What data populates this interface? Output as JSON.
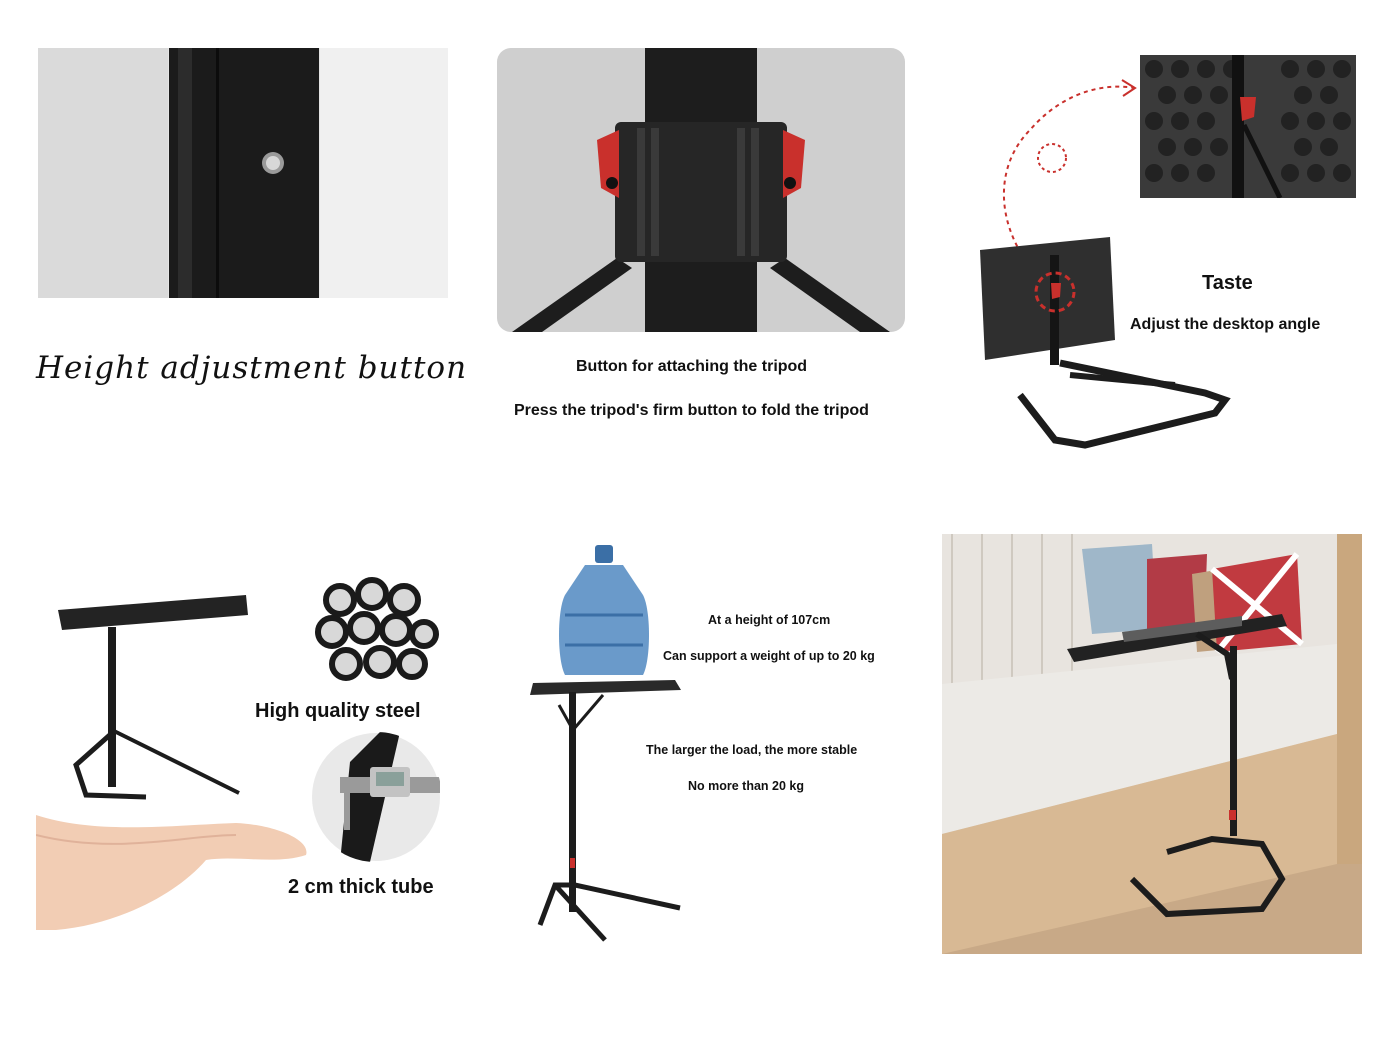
{
  "panel1": {
    "caption": "Height adjustment button"
  },
  "panel2": {
    "caption_1": "Button for attaching the tripod",
    "caption_2": "Press the tripod's firm button to fold the tripod"
  },
  "panel3": {
    "title": "Taste",
    "subtitle": "Adjust the desktop angle"
  },
  "panel4": {
    "label_steel": "High quality steel",
    "label_tube": "2 cm thick tube"
  },
  "panel5": {
    "line_1": "At a height of 107cm",
    "line_2": "Can support a weight of up to 20 kg",
    "line_3": "The larger the load, the more stable",
    "line_4": "No more than 20 kg"
  },
  "colors": {
    "accent_red": "#c9302c",
    "frame_black": "#1c1c1c"
  }
}
